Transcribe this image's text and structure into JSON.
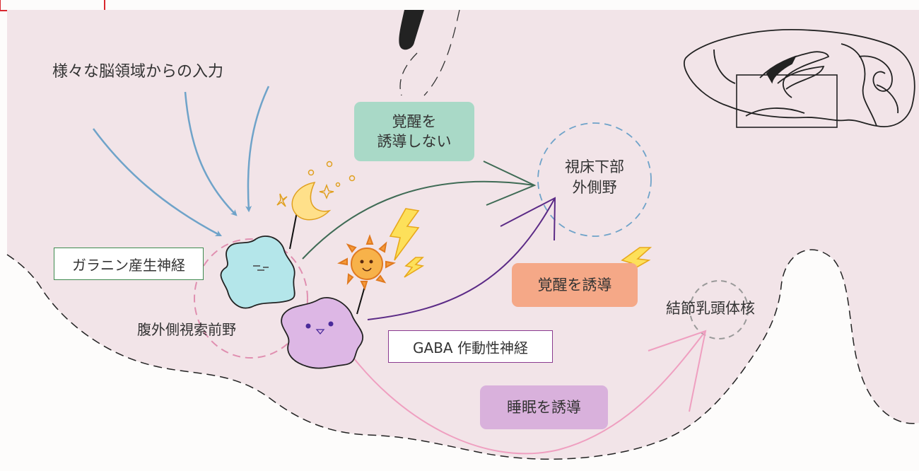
{
  "inputs_label": "様々な脳領域からの入力",
  "region_label": "腹外側視索前野",
  "galanin_label": "ガラニン産生神経",
  "gaba_label": "GABA 作動性神経",
  "no_wake_label_line1": "覚醒を",
  "no_wake_label_line2": "誘導しない",
  "wake_label": "覚醒を誘導",
  "sleep_label": "睡眠を誘導",
  "lh_label_line1": "視床下部",
  "lh_label_line2": "外側野",
  "tmn_label": "結節乳頭体核",
  "colors": {
    "brain_fill": "#f2e4e8",
    "input_arrow": "#6fa3c9",
    "galanin_neuron": "#b4e6ea",
    "gaba_neuron": "#ddb7e5",
    "no_wake_box": "#a9d9c7",
    "wake_box": "#f5a887",
    "sleep_box": "#d9b1dc",
    "green_arrow": "#3f6b55",
    "purple_arrow": "#5b2a86",
    "pink_arrow": "#ef9fc0",
    "galanin_frame": "#3f8a4f",
    "gaba_frame": "#8b3a8f",
    "corner_mark": "#d9282f"
  }
}
